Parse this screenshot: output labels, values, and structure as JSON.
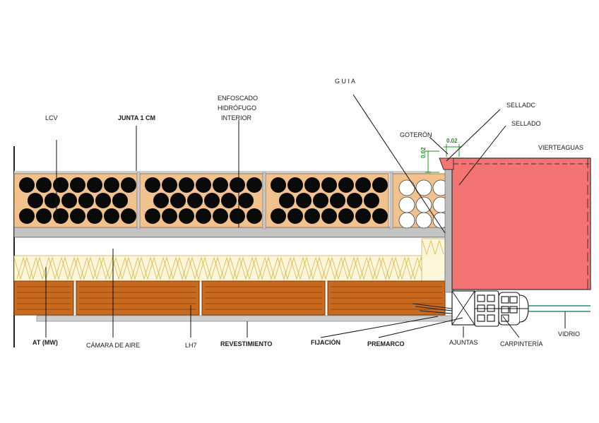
{
  "labels": {
    "lcv": "LCV",
    "junta": "JUNTA 1 CM",
    "enfoscado_1": "ENFOSCADO",
    "enfoscado_2": "HIDRÓFUGO",
    "enfoscado_3": "INTERIOR",
    "guia": "G U I A",
    "sellado_1": "SELLADC",
    "sellado_2": "SELLADO",
    "goteron": "GOTERÓN",
    "dim_h": "0.02",
    "dim_v": "0.02",
    "vierteaguas": "VIERTEAGUAS",
    "at_mw": "AT (MW)",
    "camara": "CÁMARA DE AIRE",
    "lh7": "LH7",
    "revestimiento": "REVESTIMIENTO",
    "fijacion": "FIJACIÓN",
    "premarco": "PREMARCO",
    "juntas": "AJUNTAS",
    "carpinteria": "CARPINTERÍA",
    "vidrio": "VIDRIO"
  },
  "colors": {
    "brick": "#f2c28e",
    "hole": "#0a0a0a",
    "mortar": "#c8c8c8",
    "insulation": "#fdf6d8",
    "insulation_line": "#d8b64a",
    "cladding": "#c96a1e",
    "cladding_line": "#7a3b08",
    "sill": "#f47474",
    "glass": "#2a8a8a",
    "dim": "#1a9a1a"
  }
}
